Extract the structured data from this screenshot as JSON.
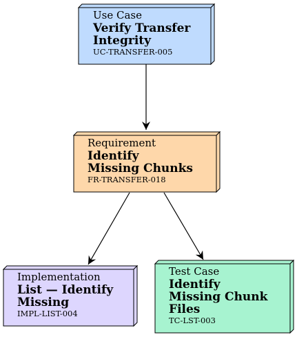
{
  "nodes": [
    {
      "id": "use-case",
      "kind": "Use Case",
      "title_lines": [
        "Verify Transfer",
        "Integrity"
      ],
      "ident": "UC-TRANSFER-005",
      "fill": "#bfdbfe"
    },
    {
      "id": "requirement",
      "kind": "Requirement",
      "title_lines": [
        "Identify",
        "Missing Chunks"
      ],
      "ident": "FR-TRANSFER-018",
      "fill": "#fed7aa"
    },
    {
      "id": "implementation",
      "kind": "Implementation",
      "title_lines": [
        "List — Identify",
        "Missing"
      ],
      "ident": "IMPL-LIST-004",
      "fill": "#ddd6fe"
    },
    {
      "id": "test-case",
      "kind": "Test Case",
      "title_lines": [
        "Identify",
        "Missing Chunk",
        "Files"
      ],
      "ident": "TC-LST-003",
      "fill": "#a7f3d0"
    }
  ],
  "edges": [
    {
      "from": "use-case",
      "to": "requirement"
    },
    {
      "from": "requirement",
      "to": "implementation"
    },
    {
      "from": "requirement",
      "to": "test-case"
    }
  ]
}
